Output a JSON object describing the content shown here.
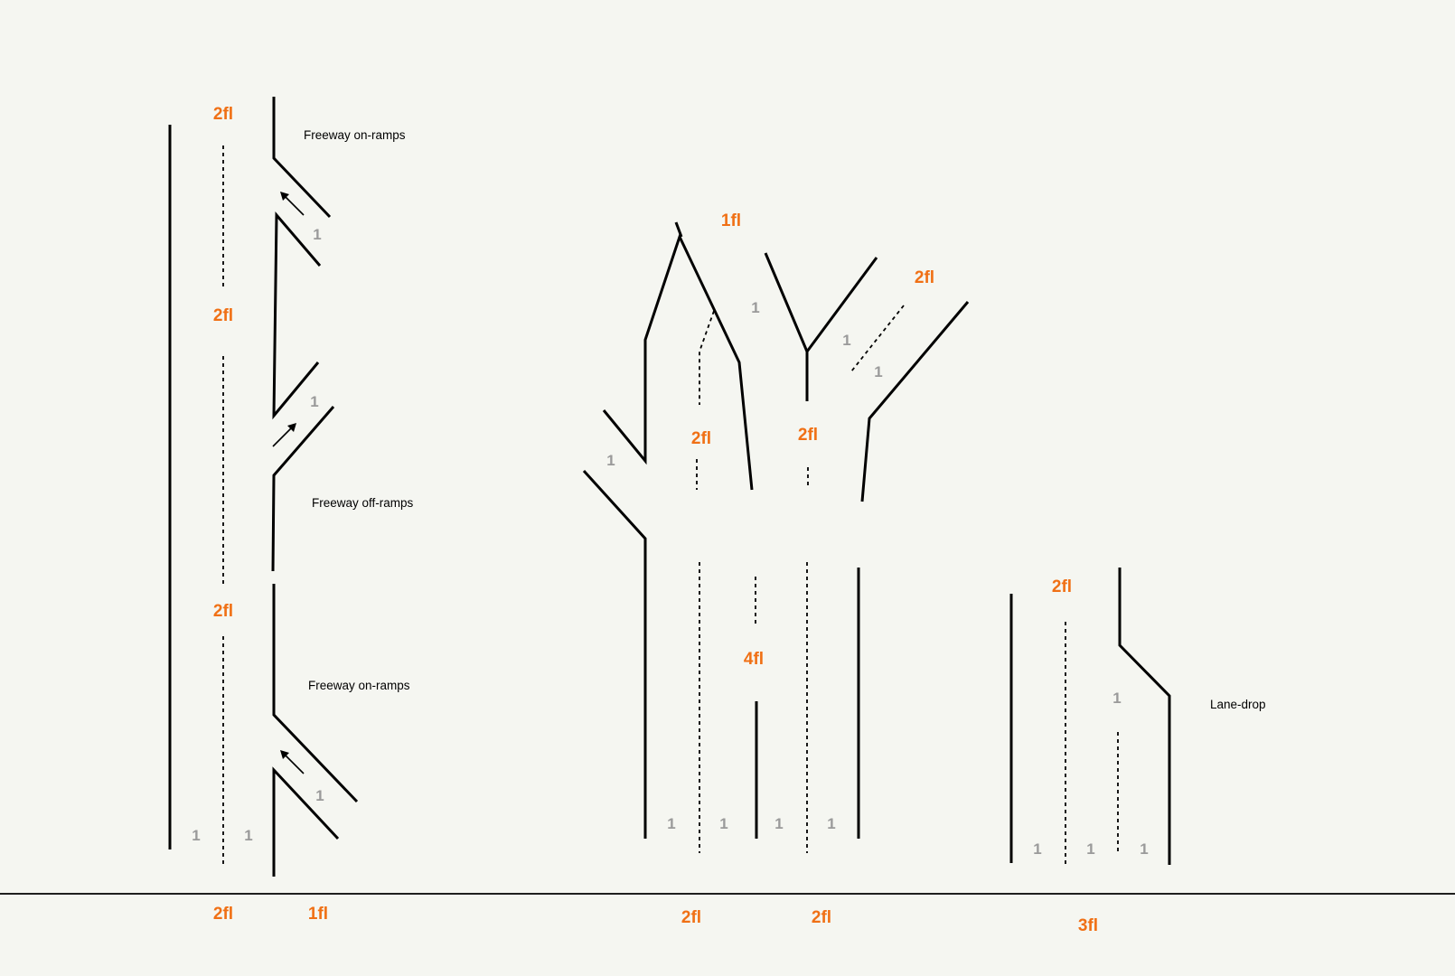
{
  "captions": {
    "onramps_top": "Freeway on-ramps",
    "offramps": "Freeway off-ramps",
    "onramps_bottom": "Freeway on-ramps",
    "lanedrop": "Lane-drop"
  },
  "flow_labels": {
    "left_top": "2fl",
    "left_mid1": "2fl",
    "left_mid2": "2fl",
    "left_base": "2fl",
    "left_base_ramp": "1fl",
    "mid_top": "1fl",
    "mid_right_top": "2fl",
    "mid_left_branch": "2fl",
    "mid_center_branch": "2fl",
    "mid_trunk": "4fl",
    "mid_base_left": "2fl",
    "mid_base_right": "2fl",
    "right_top": "2fl",
    "right_base": "3fl"
  },
  "lane_counts": {
    "left_ramp1": "1",
    "left_ramp2": "1",
    "left_ramp3": "1",
    "left_bottom_a": "1",
    "left_bottom_b": "1",
    "mid_upper1": "1",
    "mid_upper2": "1",
    "mid_upper3": "1",
    "mid_left_ramp": "1",
    "mid_bottom1": "1",
    "mid_bottom2": "1",
    "mid_bottom3": "1",
    "mid_bottom4": "1",
    "right_mid": "1",
    "right_bottom1": "1",
    "right_bottom2": "1",
    "right_bottom3": "1"
  },
  "colors": {
    "background": "#f5f6f1",
    "road": "#000000",
    "flow_label": "#f07015",
    "lane_count": "#9a9a9a"
  }
}
